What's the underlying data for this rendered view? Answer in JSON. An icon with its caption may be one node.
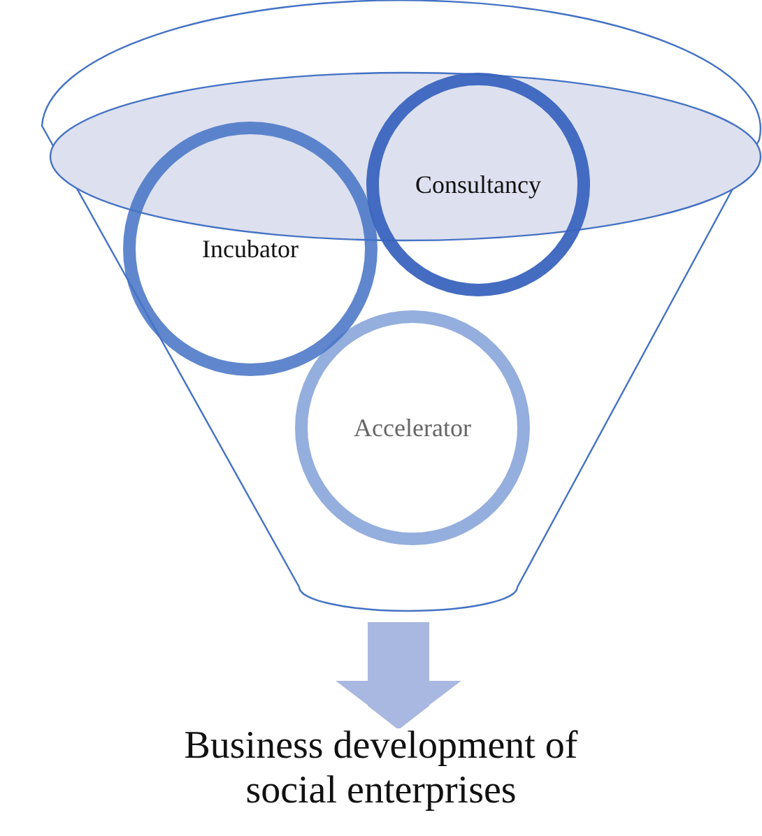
{
  "diagram": {
    "nodes": [
      {
        "text": [],
        "shape": "funnel"
      },
      {
        "text": [
          "Incubator"
        ],
        "in": 0
      },
      {
        "text": [
          "Consultancy"
        ],
        "in": 0
      },
      {
        "text": [
          "Accelerator"
        ],
        "in": 0
      },
      {
        "text": [
          "Business development of social enterprises"
        ]
      }
    ],
    "edges": [
      {
        "from": 0,
        "to": 4,
        "arrow": "to"
      }
    ]
  }
}
